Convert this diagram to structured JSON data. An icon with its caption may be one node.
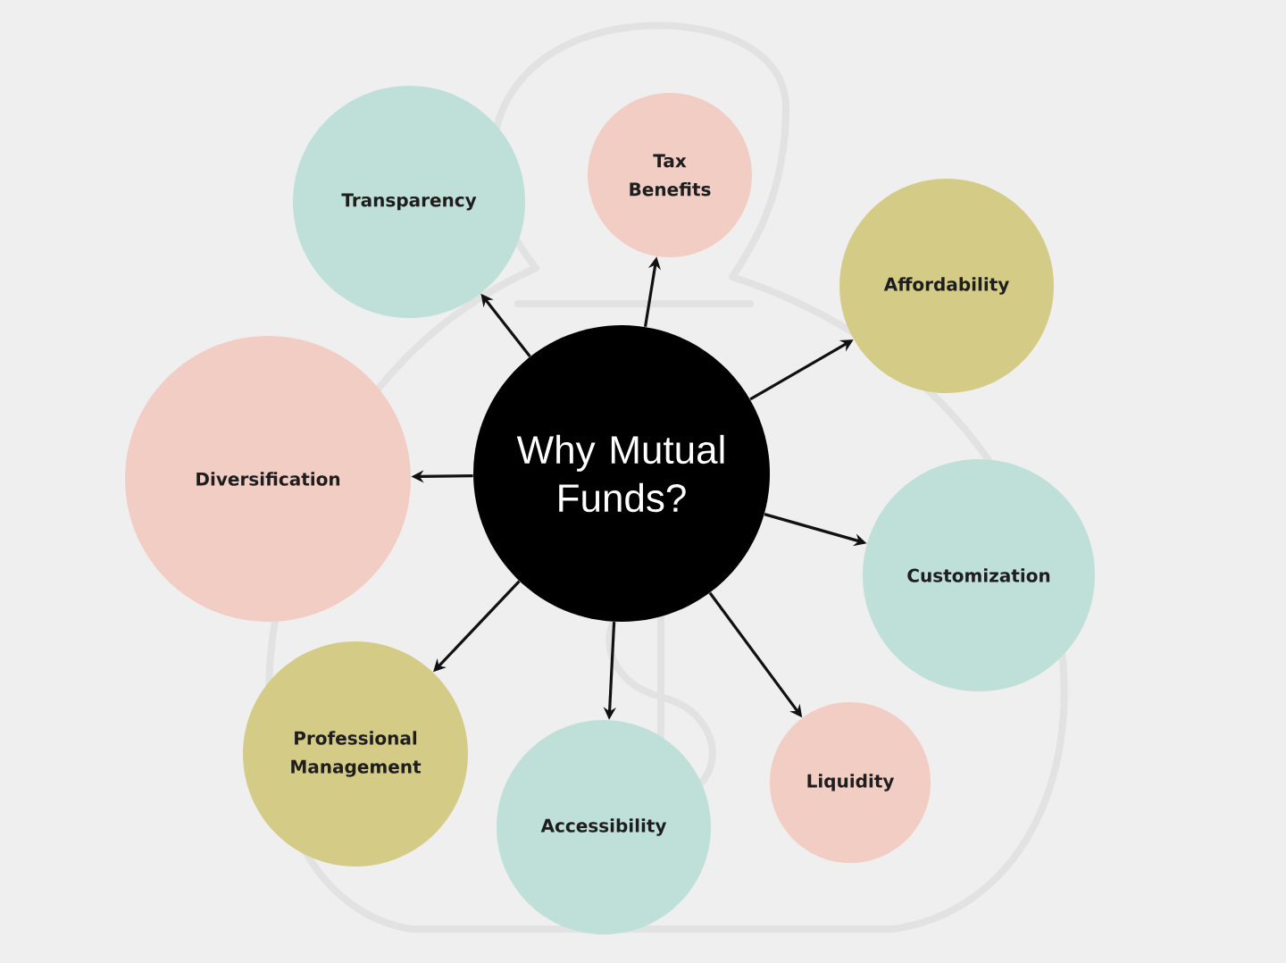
{
  "diagram": {
    "nodes": [
      {
        "text": [
          "Why Mutual Funds?"
        ]
      },
      {
        "text": [
          "Transparency"
        ]
      },
      {
        "text": [
          "Tax Benefits"
        ]
      },
      {
        "text": [
          "Affordability"
        ]
      },
      {
        "text": [
          "Diversification"
        ]
      },
      {
        "text": [
          "Customization"
        ]
      },
      {
        "text": [
          "Professional Management"
        ]
      },
      {
        "text": [
          "Liquidity"
        ]
      },
      {
        "text": [
          "Accessibility"
        ]
      }
    ],
    "edges": [
      {
        "from": 0,
        "to": 1,
        "arrow": "to"
      },
      {
        "from": 0,
        "to": 2,
        "arrow": "to"
      },
      {
        "from": 0,
        "to": 3,
        "arrow": "to"
      },
      {
        "from": 0,
        "to": 4,
        "arrow": "to"
      },
      {
        "from": 0,
        "to": 5,
        "arrow": "to"
      },
      {
        "from": 0,
        "to": 6,
        "arrow": "to"
      },
      {
        "from": 0,
        "to": 7,
        "arrow": "to"
      },
      {
        "from": 0,
        "to": 8,
        "arrow": "to"
      }
    ]
  }
}
